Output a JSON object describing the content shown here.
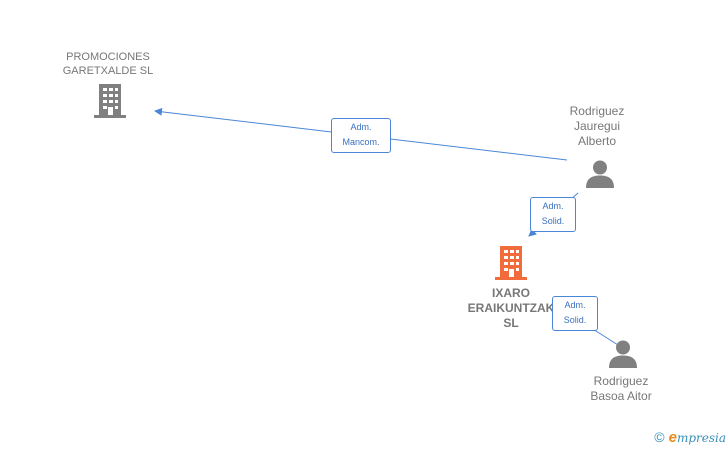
{
  "nodes": {
    "promociones": {
      "line1": "PROMOCIONES",
      "line2": "GARETXALDE SL"
    },
    "ixaro": {
      "line1": "IXARO",
      "line2": "ERAIKUNTZAK",
      "line3": "SL"
    },
    "rodriguez_jauregui": {
      "line1": "Rodriguez",
      "line2": "Jauregui",
      "line3": "Alberto"
    },
    "rodriguez_basoa": {
      "line1": "Rodriguez",
      "line2": "Basoa Aitor"
    }
  },
  "edges": {
    "mancom": {
      "line1": "Adm.",
      "line2": "Mancom."
    },
    "solid_1": {
      "line1": "Adm.",
      "line2": "Solid."
    },
    "solid_2": {
      "line1": "Adm.",
      "line2": "Solid."
    }
  },
  "colors": {
    "edge": "#4a86d8",
    "company_gray": "#808080",
    "company_main": "#f26b3a",
    "person": "#808080"
  },
  "footer": {
    "copyright": "©",
    "brand_initial": "e",
    "brand_rest": "mpresia"
  }
}
